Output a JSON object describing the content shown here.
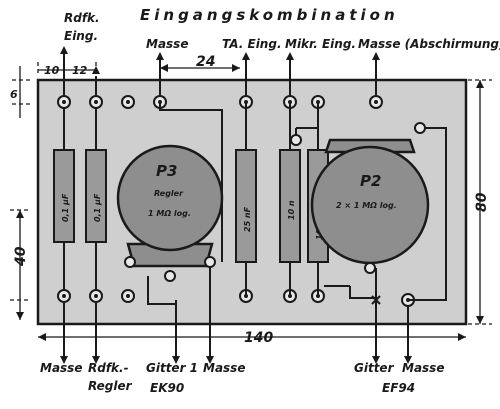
{
  "title": "Eingangskombination",
  "top_labels": {
    "rdfk_eing_line1": "Rdfk.",
    "rdfk_eing_line2": "Eing.",
    "masse": "Masse",
    "ta_eing": "TA. Eing.",
    "mikr_eing": "Mikr. Eing.",
    "masse_abschirmung": "Masse (Abschirmung)"
  },
  "bottom_labels": {
    "masse_left": "Masse",
    "rdfk_line1": "Rdfk.-",
    "rdfk_line2": "Regler",
    "gitter1": "Gitter 1",
    "masse_mid": "Masse",
    "ek90": "EK90",
    "gitter_right": "Gitter",
    "masse_right": "Masse",
    "ef94": "EF94"
  },
  "dimensions": {
    "d10": "10",
    "d12": "12",
    "d24": "24",
    "d6": "6",
    "d40": "40",
    "d80": "80",
    "d140": "140"
  },
  "components": {
    "r1": "0,1 µF",
    "r2": "0,1 µF",
    "r3": "25 nF",
    "r4": "10 n",
    "r5": "10 n",
    "p3_name": "P3",
    "p3_sub1": "Regler",
    "p3_sub2": "1 MΩ log.",
    "p2_name": "P2",
    "p2_sub": "2 × 1 MΩ log."
  },
  "colors": {
    "ink": "#1a1a1a",
    "board": "#cfcfcf",
    "component": "#9a9a9a",
    "paper": "#ffffff"
  }
}
